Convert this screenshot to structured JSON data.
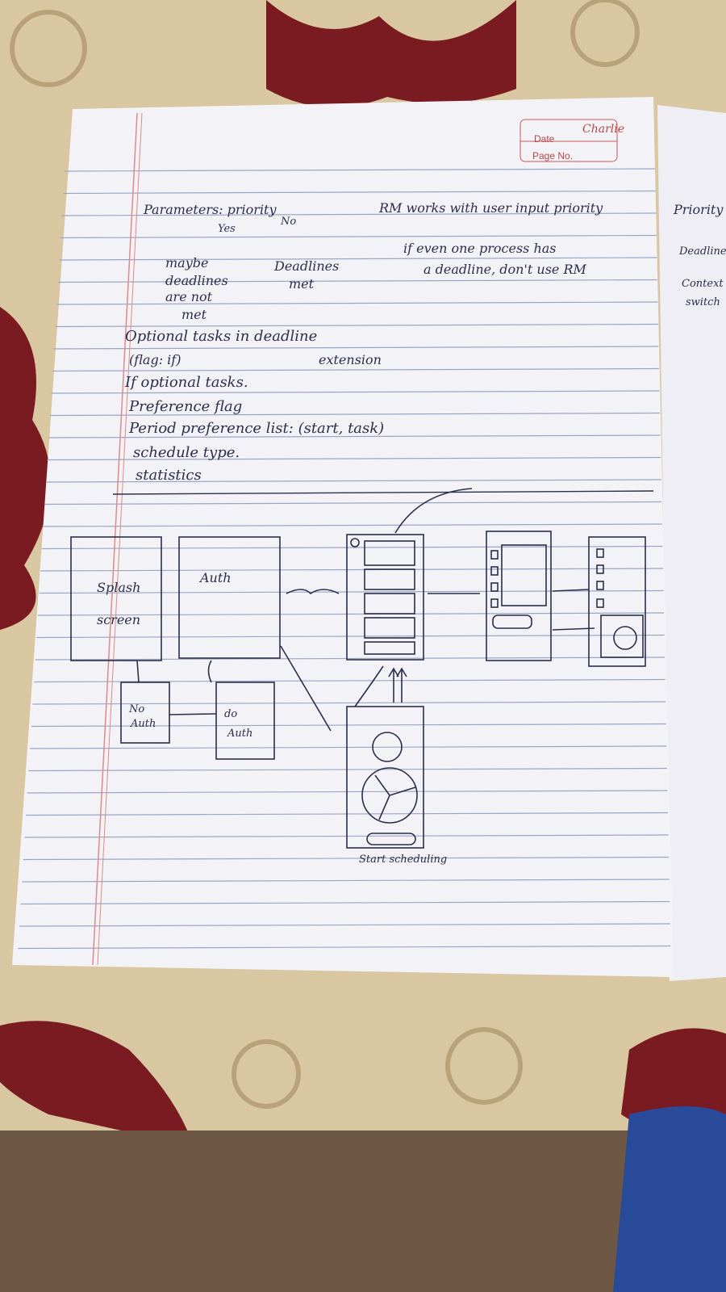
{
  "header": {
    "brand": "Charlie",
    "date_label": "Date",
    "page_label": "Page No."
  },
  "notes": {
    "parameters": "Parameters: priority",
    "yes": "Yes",
    "no": "No",
    "maybe": [
      "maybe",
      "deadlines",
      "are not",
      "met"
    ],
    "deadlines_met": [
      "Deadlines",
      "met"
    ],
    "rm_note": "RM works with user input priority",
    "process_note": [
      "if even one process has",
      "a deadline, don't use RM"
    ],
    "bullets": [
      "Optional tasks in deadline",
      "(flag: if)",
      "extension",
      "If optional tasks.",
      "Preference flag",
      "Period preference list: (start, task)",
      "schedule type.",
      "statistics"
    ]
  },
  "side_page": {
    "items": [
      "Priority",
      "Deadline",
      "Context",
      "switch"
    ]
  },
  "wireframes": {
    "splash": [
      "Splash",
      "screen"
    ],
    "auth": "Auth",
    "no_auth": [
      "No",
      "Auth"
    ],
    "do_auth": [
      "do",
      "Auth"
    ],
    "start_button": "Start scheduling"
  },
  "colors": {
    "paper": "#f3f2f6",
    "rule_line": "#9aa6c4",
    "margin_line": "#e08a8a",
    "ink": "#2b2f4a",
    "cloth_pattern": "#7a1b22"
  }
}
